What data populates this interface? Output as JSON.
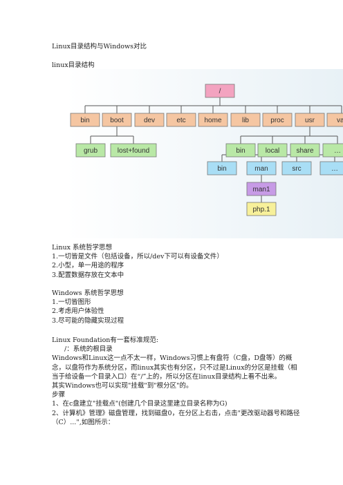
{
  "doc": {
    "title": "Linux目录结构与Windows对比",
    "subtitle": "linux目录结构"
  },
  "tree": {
    "root": "/",
    "level1": [
      "bin",
      "boot",
      "dev",
      "etc",
      "home",
      "lib",
      "proc",
      "usr",
      "var"
    ],
    "boot_children": [
      "grub",
      "lost+found"
    ],
    "usr_children": [
      "bin",
      "local",
      "share",
      "…"
    ],
    "local_children": [
      "bin",
      "man",
      "src",
      "…"
    ],
    "man_child": "man1",
    "man1_child": "php.1",
    "colors": {
      "root": "#f3a3c0",
      "level1": "#f5c6a2",
      "level2": "#b9e8a6",
      "level3": "#a9def5",
      "man1": "#c79be6",
      "php": "#f7f09a"
    }
  },
  "linux_philosophy": {
    "heading": "Linux 系统哲学思想",
    "items": [
      "1.一切皆是文件（包括设备，所以/dev下可以有设备文件）",
      "2.小型，单一用途的程序",
      "3.配置数据存放在文本中"
    ]
  },
  "windows_philosophy": {
    "heading": "Windows 系统哲学思想",
    "items": [
      "1.一切皆图形",
      "2.考虑用户体验性",
      "3.尽可能的隐藏实现过程"
    ]
  },
  "foundation": {
    "heading": "Linux Foundation有一套标准规范:",
    "root_line": "/：系统的根目录",
    "paragraph": "Windows和Linux这一点不太一样，Windows习惯上有盘符（C盘，D盘等）的概念，以盘符作为系统分区，而linux其实也有分区，只不过是Linux的分区是挂载（相当于给设备一个目录入口）在“/”上的，所以分区在linux目录结构上看不出来。",
    "mount_line": "其实Windows也可以实现\"挂载\"到\"根分区\"的。",
    "steps_heading": "步骤",
    "step1": "1、在c盘建立\"挂载点\"(创建几个目录这里建立目录名称为G)",
    "step2": "2、计算机》管理》磁盘管理，找到磁盘0，在分区上右击，点击\"更改驱动器号和路径（C）...\",如图所示："
  }
}
